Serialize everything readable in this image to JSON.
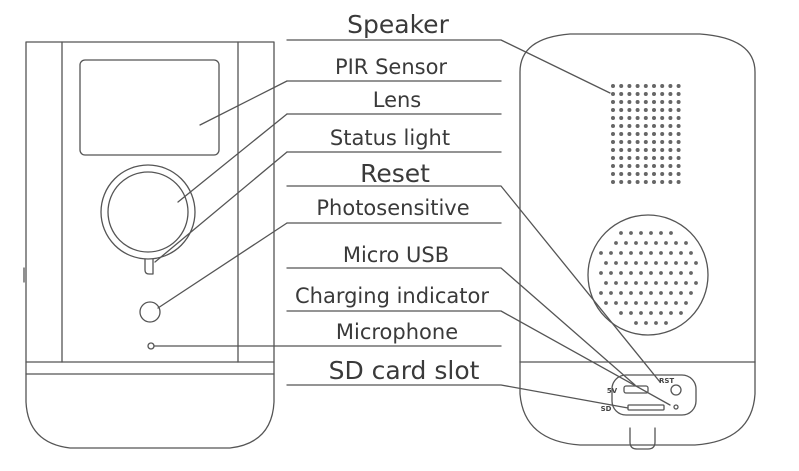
{
  "labels": {
    "speaker": "Speaker",
    "pir_sensor": "PIR Sensor",
    "lens": "Lens",
    "status_light": "Status light",
    "reset": "Reset",
    "photosensitive": "Photosensitive",
    "micro_usb": "Micro USB",
    "charging_indicator": "Charging indicator",
    "microphone": "Microphone",
    "sd_card_slot": "SD card slot"
  },
  "port_marks": {
    "usb_5v": "5V",
    "reset_rst": "RST",
    "sd": "SD"
  },
  "colors": {
    "line": "#555555",
    "text": "#3a3a3a",
    "background": "#ffffff"
  }
}
